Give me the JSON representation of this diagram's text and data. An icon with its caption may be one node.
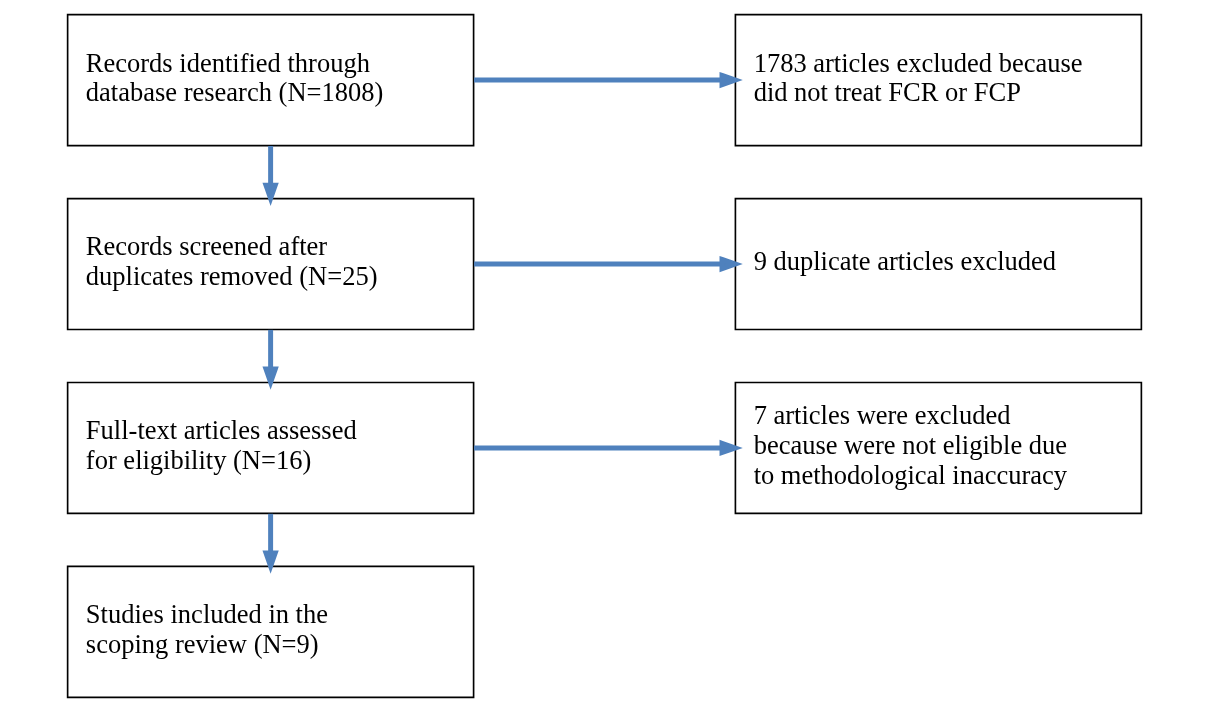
{
  "diagram": {
    "nodes": [
      {
        "text": [
          "Records identified through database research (N=1808)"
        ]
      },
      {
        "text": [
          "1783 articles excluded because did not treat FCR or FCP"
        ]
      },
      {
        "text": [
          "Records screened after duplicates removed (N=25)"
        ]
      },
      {
        "text": [
          "9 duplicate articles excluded"
        ]
      },
      {
        "text": [
          "Full-text articles assessed for eligibility (N=16)"
        ]
      },
      {
        "text": [
          "7 articles were excluded because were not eligible due to methodological inaccuracy"
        ]
      },
      {
        "text": [
          "Studies included in the scoping review (N=9)"
        ]
      }
    ],
    "edges": [
      {
        "from": 0,
        "to": 1,
        "arrow": "to"
      },
      {
        "from": 0,
        "to": 2,
        "arrow": "to"
      },
      {
        "from": 2,
        "to": 3,
        "arrow": "to"
      },
      {
        "from": 2,
        "to": 4,
        "arrow": "to"
      },
      {
        "from": 4,
        "to": 5,
        "arrow": "to"
      },
      {
        "from": 4,
        "to": 6,
        "arrow": "to"
      }
    ]
  }
}
